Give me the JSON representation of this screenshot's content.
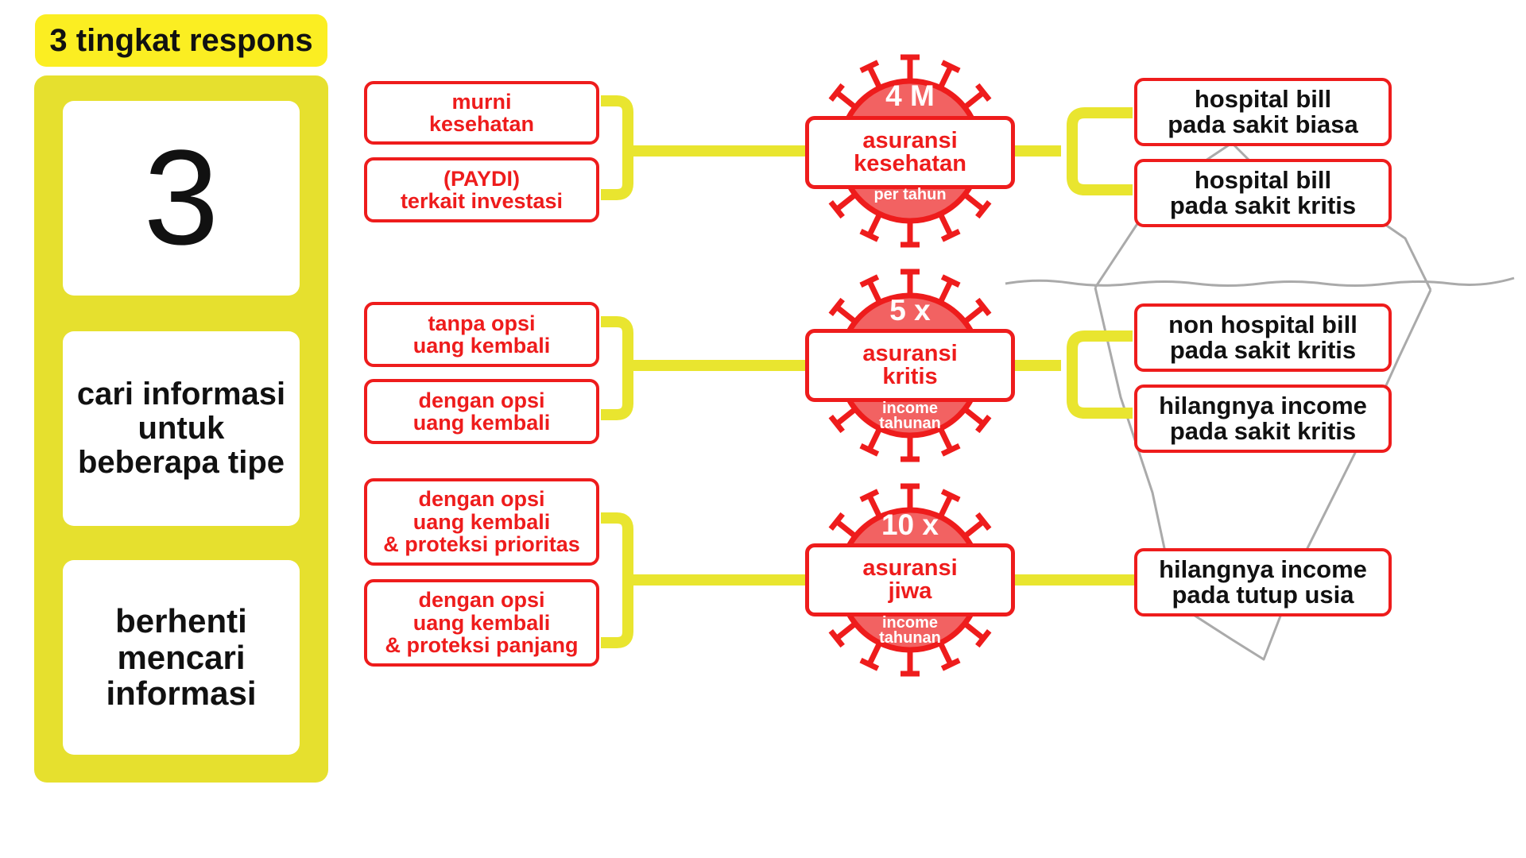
{
  "title": "3 tingkat respons",
  "levels": [
    "3",
    "cari informasi\nuntuk\nbeberapa tipe",
    "berhenti\nmencari\ninformasi"
  ],
  "groups": [
    {
      "value": "4 M",
      "name": "asuransi\nkesehatan",
      "unit": "per tahun",
      "left_items": [
        "murni\nkesehatan",
        "(PAYDI)\nterkait investasi"
      ],
      "right_items": [
        "hospital bill\npada sakit biasa",
        "hospital bill\npada sakit kritis"
      ]
    },
    {
      "value": "5 x",
      "name": "asuransi\nkritis",
      "unit": "income\ntahunan",
      "left_items": [
        "tanpa opsi\nuang kembali",
        "dengan opsi\nuang kembali"
      ],
      "right_items": [
        "non hospital bill\npada sakit kritis",
        "hilangnya income\npada sakit kritis"
      ]
    },
    {
      "value": "10 x",
      "name": "asuransi\njiwa",
      "unit": "income\ntahunan",
      "left_items": [
        "dengan opsi\nuang kembali\n& proteksi prioritas",
        "dengan opsi\nuang kembali\n& proteksi panjang"
      ],
      "right_items": [
        "hilangnya income\npada tutup usia"
      ]
    }
  ],
  "colors": {
    "accent_red": "#ee1c1c",
    "virus_fill": "#f26262",
    "yellow_title": "#fbee22",
    "yellow_panel": "#e6e02e",
    "connector": "#e9e52f",
    "iceberg_line": "#aaaaaa"
  },
  "icons": [
    "virus-icon",
    "iceberg-illustration"
  ]
}
